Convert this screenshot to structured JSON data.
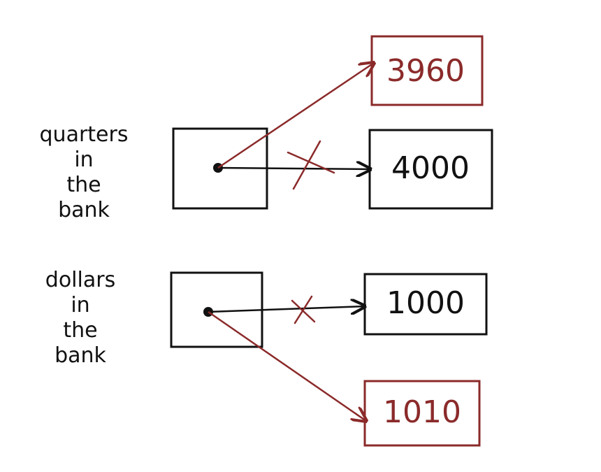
{
  "colors": {
    "ink": "#111111",
    "reassign": "#8b2a2a"
  },
  "variables": [
    {
      "label": "quarters\nin\nthe\nbank",
      "old_value": "4000",
      "new_value": "3960"
    },
    {
      "label": "dollars\nin\nthe\nbank",
      "old_value": "1000",
      "new_value": "1010"
    }
  ]
}
